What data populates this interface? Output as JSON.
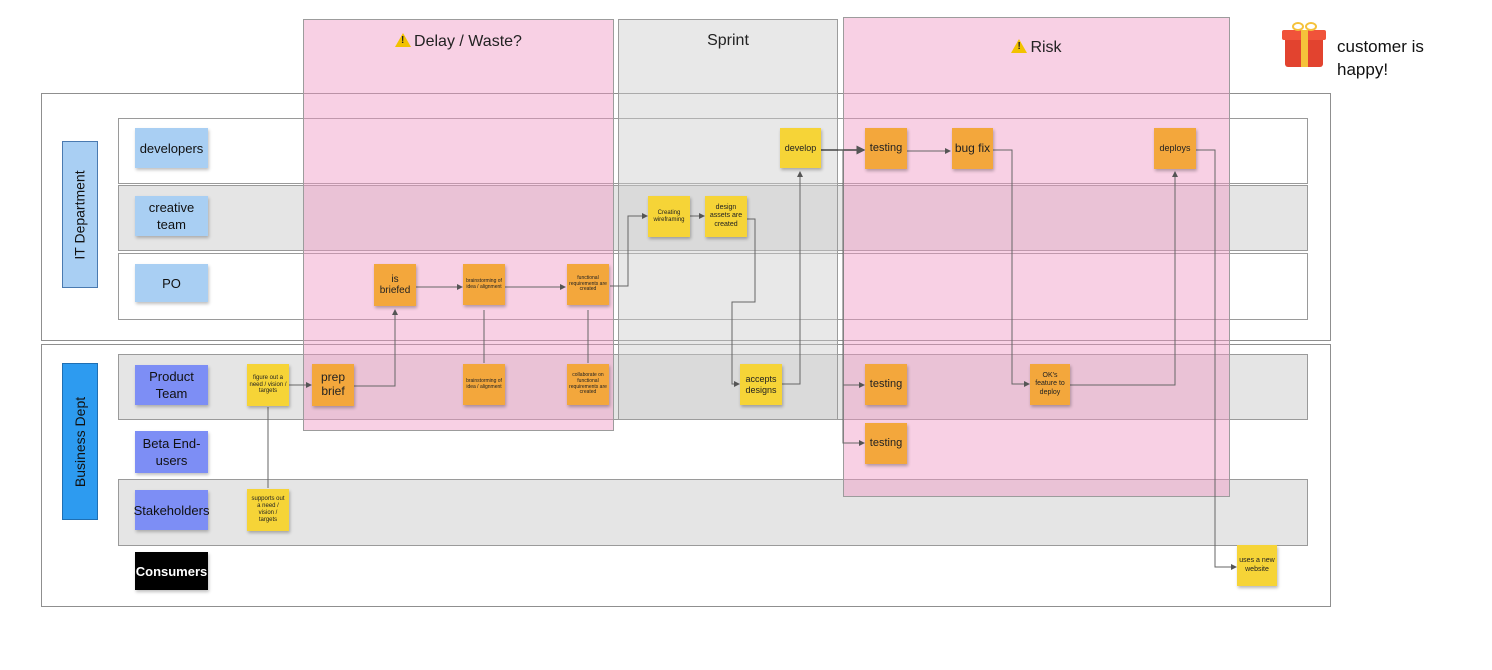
{
  "frames": {
    "delay": {
      "title": "Delay / Waste?"
    },
    "sprint": {
      "title": "Sprint"
    },
    "risk": {
      "title": "Risk"
    }
  },
  "outcome": {
    "text": "customer is happy!",
    "icon": "gift-icon"
  },
  "departments": {
    "it": "IT Department",
    "business": "Business Dept"
  },
  "roles": {
    "developers": "developers",
    "creative_team": "creative team",
    "po": "PO",
    "product_team": "Product Team",
    "beta_end_users": "Beta End-users",
    "stakeholders": "Stakeholders",
    "consumers": "Consumers"
  },
  "stickies": {
    "develop": "develop",
    "testing_dev": "testing",
    "bug_fix": "bug fix",
    "deploys": "deploys",
    "creating_wireframing": "Creating wireframing",
    "design_assets": "design assets are created",
    "is_briefed": "is briefed",
    "brainstorming_po": "brainstorming of idea / alignment",
    "functional_requirements": "functional requirements are created",
    "figure_out_need": "figure out a need / vision / targets",
    "prep_brief": "prep brief",
    "brainstorming_pt": "brainstorming of idea / alignment",
    "collaborate": "collaborate on functional requirements are created",
    "accepts_designs": "accepts designs",
    "testing_pt": "testing",
    "oks_feature": "OK's feature to deploy",
    "testing_beta": "testing",
    "supports_need": "supports out a need / vision / targets",
    "uses_new_website": "uses a new website"
  },
  "colors": {
    "pink_frame": "#f096c3",
    "orange_sticky": "#f3a73c",
    "yellow_sticky": "#f6d437",
    "dept_blue": "#2d9bf0",
    "role_light_blue": "#a9cff3",
    "role_purple": "#7d8ef5",
    "consumers_black": "#000000"
  }
}
